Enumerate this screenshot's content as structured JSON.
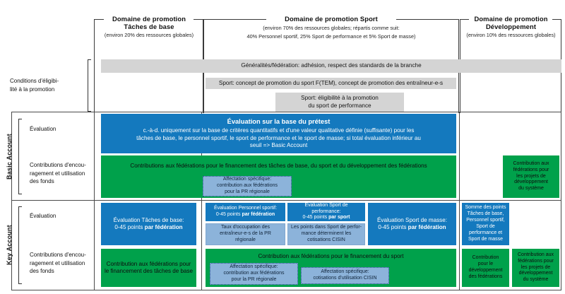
{
  "domains": [
    {
      "key": "taches",
      "title": "Domaine de promotion\nTâches de base",
      "title_line1": "Domaine de promotion",
      "title_line2": "Tâches de base",
      "sub_line1": "(environ 20% des ressources globales)",
      "sub_line2": ""
    },
    {
      "key": "sport",
      "title_line1": "Domaine de promotion Sport",
      "title_line2": "",
      "sub_line1": "(environ 70% des ressources globales; répartis comme suit:",
      "sub_line2": "40% Personnel sportif,  25% Sport de performance et 5% Sport de masse)"
    },
    {
      "key": "developpement",
      "title_line1": "Domaine de promotion",
      "title_line2": "Développement",
      "sub_line1": "(environ 10% des ressources globales)",
      "sub_line2": ""
    }
  ],
  "row_labels": {
    "eligibility": "Conditions d'éligibi-\nlité à la promotion",
    "eligibility_l1": "Conditions d'éligibi-",
    "eligibility_l2": "lité à la promotion",
    "evaluation": "Évaluation",
    "contributions_l1": "Contributions d'encou-",
    "contributions_l2": "ragement et utilisation",
    "contributions_l3": "des fonds"
  },
  "side_labels": {
    "basic": "Basic Account",
    "key": "Key Account"
  },
  "eligibility_bars": [
    {
      "text": "Généralités/fédération: adhésion, respect des standards de la branche"
    },
    {
      "text": "Sport: concept de promotion du sport F(TEM), concept de promotion des entraîneur-e-s"
    },
    {
      "text_l1": "Sport: éligibilité à la promotion",
      "text_l2": "du sport de performance"
    }
  ],
  "basic_account": {
    "evaluation": {
      "heading": "Évaluation sur la base du prétest",
      "body_l1": "c.-à-d. uniquement sur la base de critères quantitatifs et d'une valeur qualitative définie (suffisante) pour les",
      "body_l2": "tâches de base, le personnel sportif, le sport de performance et le sport de masse; si total évaluation inférieur au",
      "body_l3": "seuil => Basic Account"
    },
    "contributions_main": "Contributions aux fédérations pour le financement des tâches de base, du sport et du développement des fédérations",
    "affectation_pr": {
      "l1": "Affectation spécifique:",
      "l2": "contribution aux fédérations",
      "l3": "pour la PR régionale"
    },
    "dev_contribution": {
      "l1": "Contribution aux",
      "l2": "fédérations pour",
      "l3": "les projets de",
      "l4": "développement",
      "l5": "du système"
    }
  },
  "key_account": {
    "evaluation": {
      "taches": {
        "l1": "Évaluation Tâches de base:",
        "l2_plain": "0-45 points ",
        "l2_bold": "par fédération"
      },
      "personnel": {
        "l1": "Évaluation Personnel sportif:",
        "l2_plain": "0-45 points ",
        "l2_bold": "par fédération"
      },
      "personnel_sub": {
        "l1": "Taux d'occupation des",
        "l2": "entraîneur-e-s de la PR régionale"
      },
      "performance": {
        "l1": "Évaluation Sport de performance:",
        "l2_plain": "0-45 points ",
        "l2_bold": "par sport"
      },
      "performance_sub": {
        "l1": "Les points dans Sport de perfor-",
        "l2": "mance déterminent les",
        "l3": "cotisations CISIN"
      },
      "masse": {
        "l1": "Évaluation Sport de masse:",
        "l2_plain": "0-45 points ",
        "l2_bold": "par fédération"
      },
      "somme": {
        "l1": "Somme des points",
        "l2": "Tâches de base,",
        "l3": "Personnel sportif,",
        "l4": "Sport de",
        "l5": "performance et",
        "l6": "Sport de masse"
      }
    },
    "contributions": {
      "taches": {
        "l1": "Contribution aux fédérations pour",
        "l2": "le financement des tâches de base"
      },
      "sport_main": "Contribution aux fédérations pour le financement du sport",
      "affectation_pr": {
        "l1": "Affectation spécifique:",
        "l2": "contribution aux fédérations",
        "l3": "pour la PR régionale"
      },
      "affectation_cisin": {
        "l1": "Affectation spécifique:",
        "l2": "cotisations d'utilisation CISIN"
      },
      "dev_federations": {
        "l1": "Contribution",
        "l2": "pour le",
        "l3": "développement",
        "l4": "des fédérations"
      },
      "dev_systeme": {
        "l1": "Contribution aux",
        "l2": "fédérations pour",
        "l3": "les projets de",
        "l4": "développement",
        "l5": "du système"
      }
    }
  },
  "colors": {
    "blue": "#1479be",
    "green": "#00a14b",
    "light_blue": "#8cb3da",
    "gray_bar": "#d4d4d4",
    "line": "#4a4a4a"
  }
}
